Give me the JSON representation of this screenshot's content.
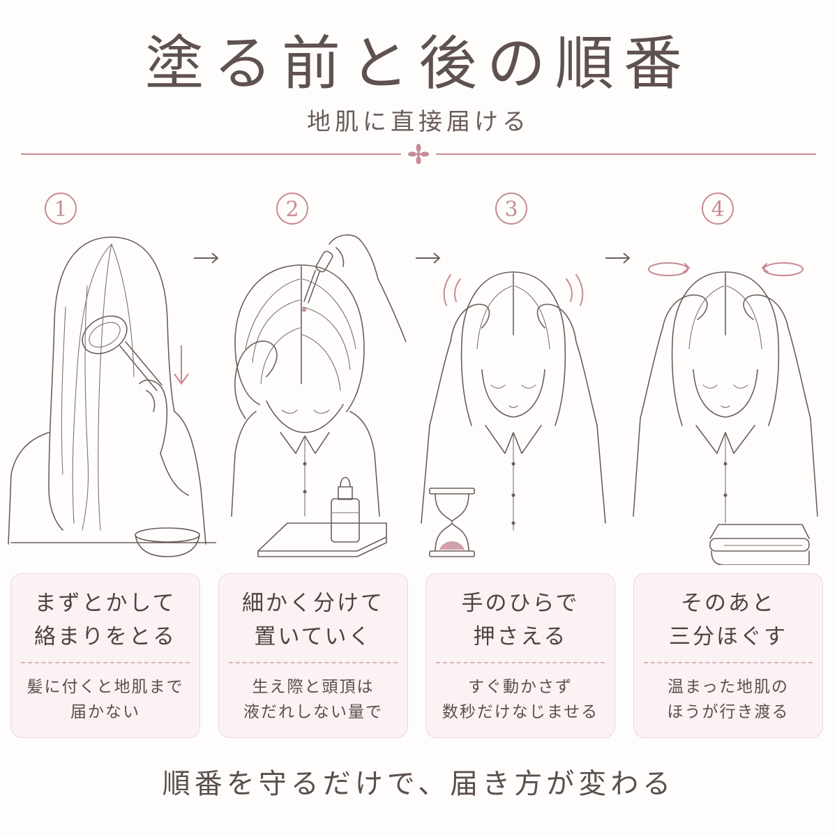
{
  "header": {
    "title": "塗る前と後の順番",
    "subtitle": "地肌に直接届ける"
  },
  "steps": [
    {
      "number": "①",
      "main_line1": "まずとかして",
      "main_line2": "絡まりをとる",
      "sub_line1": "髪に付くと地肌まで",
      "sub_line2": "届かない"
    },
    {
      "number": "②",
      "main_line1": "細かく分けて",
      "main_line2": "置いていく",
      "sub_line1": "生え際と頭頂は",
      "sub_line2": "液だれしない量で"
    },
    {
      "number": "③",
      "main_line1": "手のひらで",
      "main_line2": "押さえる",
      "sub_line1": "すぐ動かさず",
      "sub_line2": "数秒だけなじませる"
    },
    {
      "number": "④",
      "main_line1": "そのあと",
      "main_line2": "三分ほぐす",
      "sub_line1": "温まった地肌の",
      "sub_line2": "ほうが行き渡る"
    }
  ],
  "footer": {
    "text": "順番を守るだけで、届き方が変わる"
  },
  "colors": {
    "accent": "#c78a96",
    "text": "#5b4e4d",
    "card_bg": "#fbf2f3",
    "card_border": "#ead7da"
  }
}
